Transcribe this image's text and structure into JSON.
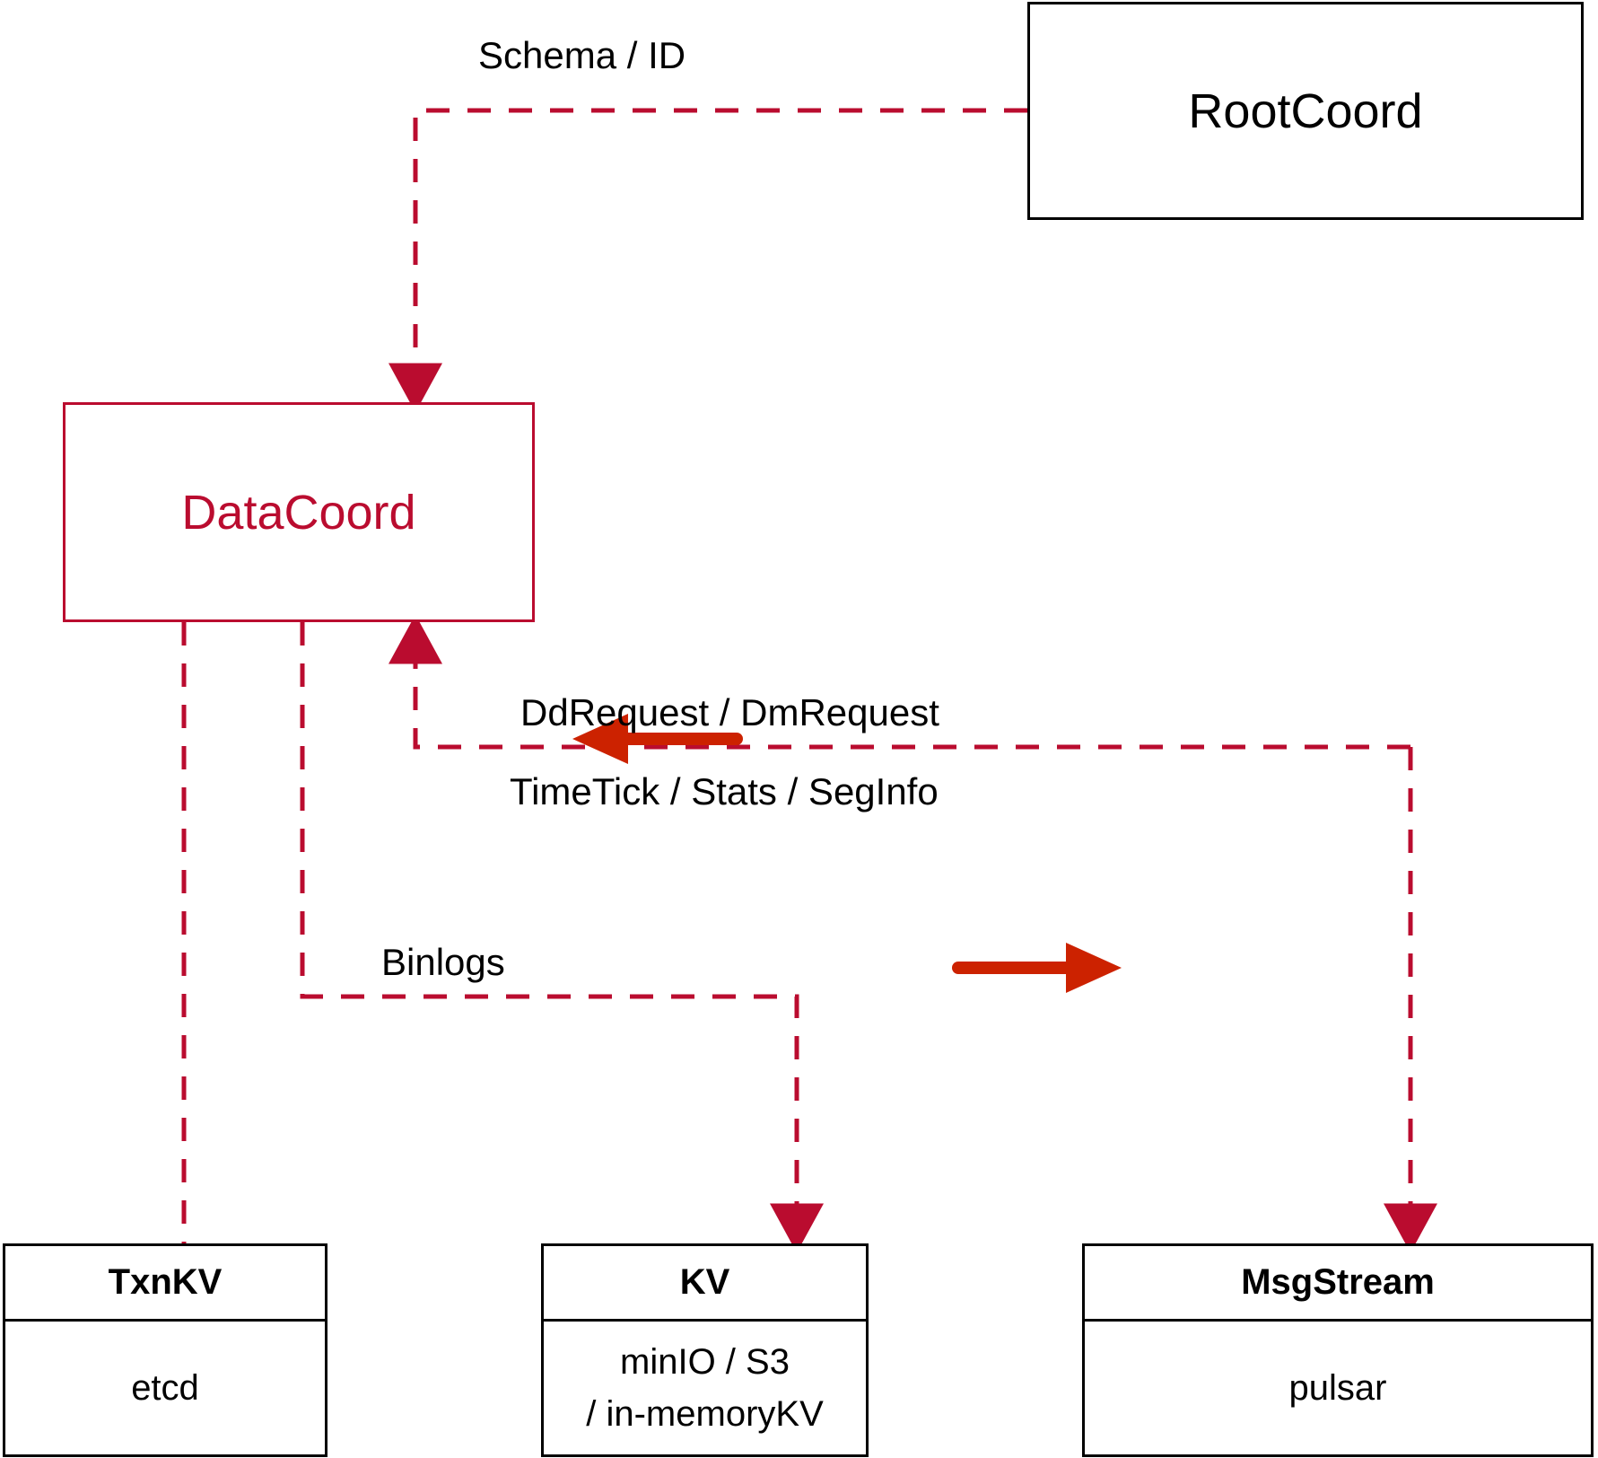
{
  "diagram": {
    "title_node": "DataCoord",
    "accent_red": "#BA0C2F",
    "arrow_red": "#CC2200",
    "black": "#000000",
    "nodes": {
      "rootcoord": {
        "label": "RootCoord"
      },
      "datacoord": {
        "label": "DataCoord"
      },
      "txnkv": {
        "header": "TxnKV",
        "line1": "etcd",
        "line2": ""
      },
      "kv": {
        "header": "KV",
        "line1": "minIO / S3",
        "line2": "/ in-memoryKV"
      },
      "msgstream": {
        "header": "MsgStream",
        "line1": "pulsar",
        "line2": ""
      }
    },
    "edges": {
      "schema_id": "Schema / ID",
      "dd_dm_request": "DdRequest / DmRequest",
      "timetick_stats_seginfo": "TimeTick / Stats / SegInfo",
      "binlogs": "Binlogs"
    }
  }
}
